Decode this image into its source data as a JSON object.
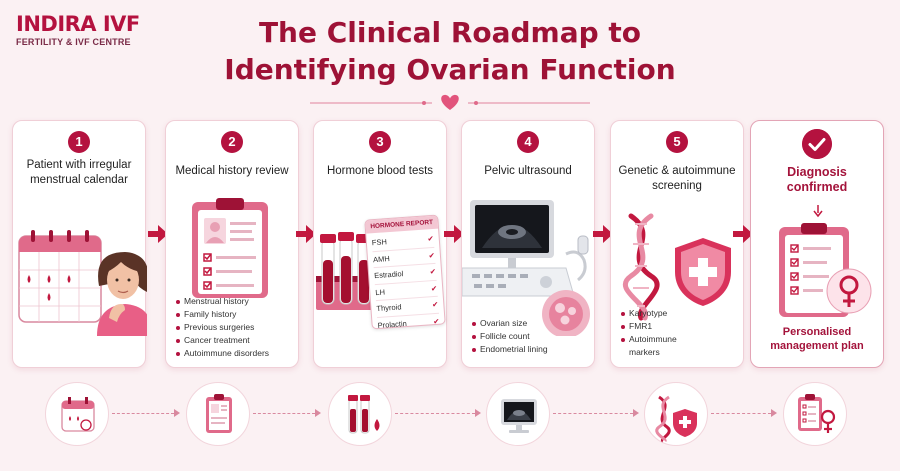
{
  "brand": {
    "name": "INDIRA IVF",
    "tagline": "FERTILITY & IVF CENTRE"
  },
  "title": {
    "line1": "The Clinical Roadmap to",
    "line2": "Identifying Ovarian Function"
  },
  "colors": {
    "accent": "#b4123f",
    "title": "#9e1236",
    "light": "#fbf1f3",
    "pink": "#e06a8a"
  },
  "steps": [
    {
      "number": "1",
      "title": "Patient with irregular menstrual calendar",
      "icon": "calendar-woman-icon",
      "bullets": []
    },
    {
      "number": "2",
      "title": "Medical history review",
      "icon": "clipboard-icon",
      "bullets": [
        "Menstrual history",
        "Family history",
        "Previous surgeries",
        "Cancer treatment",
        "Autoimmune disorders"
      ]
    },
    {
      "number": "3",
      "title": "Hormone blood tests",
      "icon": "blood-tubes-icon",
      "report": {
        "header": "HORMONE REPORT",
        "items": [
          "FSH",
          "AMH",
          "Estradiol",
          "LH",
          "Thyroid",
          "Prolactin"
        ]
      },
      "bullets": []
    },
    {
      "number": "4",
      "title": "Pelvic ultrasound",
      "icon": "ultrasound-machine-icon",
      "bullets": [
        "Ovarian size",
        "Follicle count",
        "Endometrial lining"
      ]
    },
    {
      "number": "5",
      "title": "Genetic & autoimmune screening",
      "icon": "dna-shield-icon",
      "bullets": [
        "Karyotype",
        "FMR1",
        "Autoimmune markers"
      ]
    },
    {
      "number": "",
      "title": "Diagnosis confirmed",
      "icon": "checkmark-icon",
      "result": "Personalised management plan",
      "bullets": []
    }
  ],
  "mini_icons": [
    "calendar-icon",
    "clipboard-icon",
    "blood-tube-icon",
    "ultrasound-monitor-icon",
    "dna-shield-icon",
    "clipboard-female-icon"
  ]
}
